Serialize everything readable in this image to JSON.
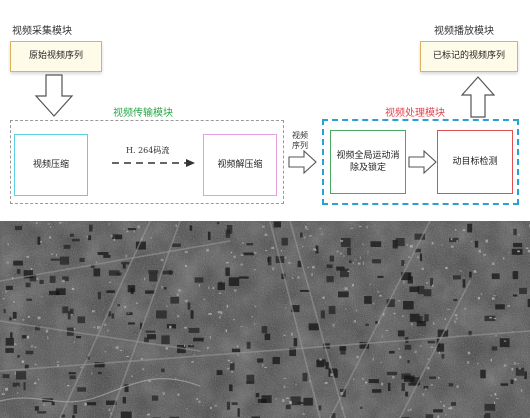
{
  "capture": {
    "title": "视频采集模块",
    "box_label": "原始视频序列"
  },
  "output": {
    "title": "视频播放模块",
    "box_label": "已标记的视频序列"
  },
  "transmission": {
    "title": "视频传输模块",
    "title_color": "#2aa84a",
    "compress_label": "视频压缩",
    "stream_label": "H. 264码流",
    "decompress_label": "视频解压缩"
  },
  "between_label": "视频\n序列",
  "processing": {
    "title": "视频处理模块",
    "title_color": "#e0454d",
    "border_color": "#2aa0d8",
    "stabilize_label": "视频全局运动消\n除及锁定",
    "detect_label": "动目标检测"
  }
}
